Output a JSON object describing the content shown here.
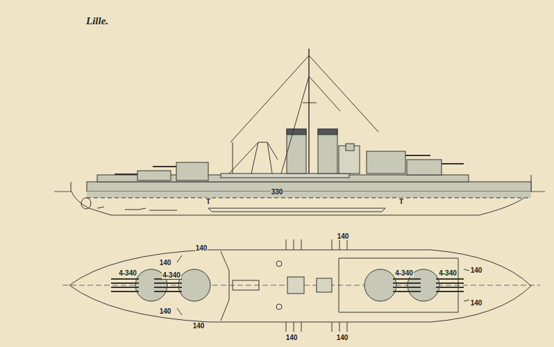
{
  "diagram": {
    "title": "Lille.",
    "labels": [
      "330",
      "T",
      "T",
      "140",
      "140",
      "140",
      "4-340",
      "4-340",
      "4-340",
      "4-340",
      "140",
      "140",
      "140",
      "140",
      "140",
      "140"
    ]
  }
}
